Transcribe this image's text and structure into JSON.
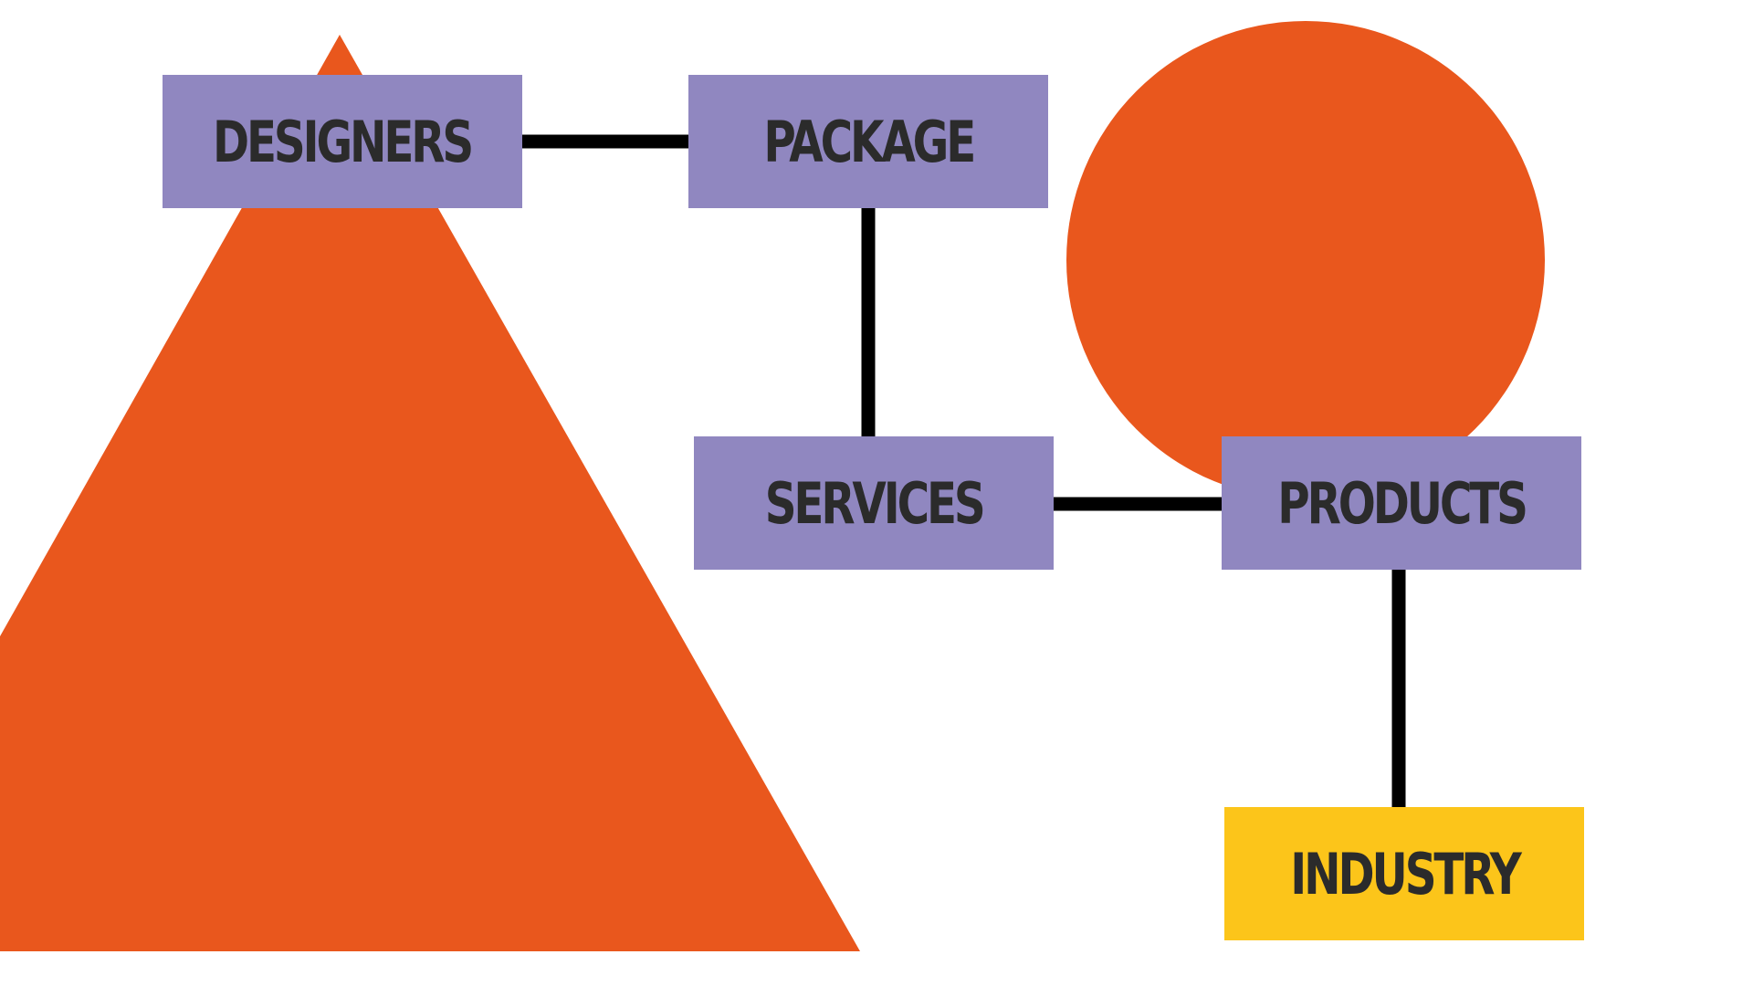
{
  "colors": {
    "background": "#ffffff",
    "shape_fill": "#e9571d",
    "node_fill": "#9087c0",
    "highlight_fill": "#fcc51a",
    "connector": "#000000",
    "text": "#2b2b2b"
  },
  "nodes": {
    "designers": "DESIGNERS",
    "package": "PACKAGE",
    "services": "SERVICES",
    "products": "PRODUCTS",
    "industry": "INDUSTRY"
  }
}
